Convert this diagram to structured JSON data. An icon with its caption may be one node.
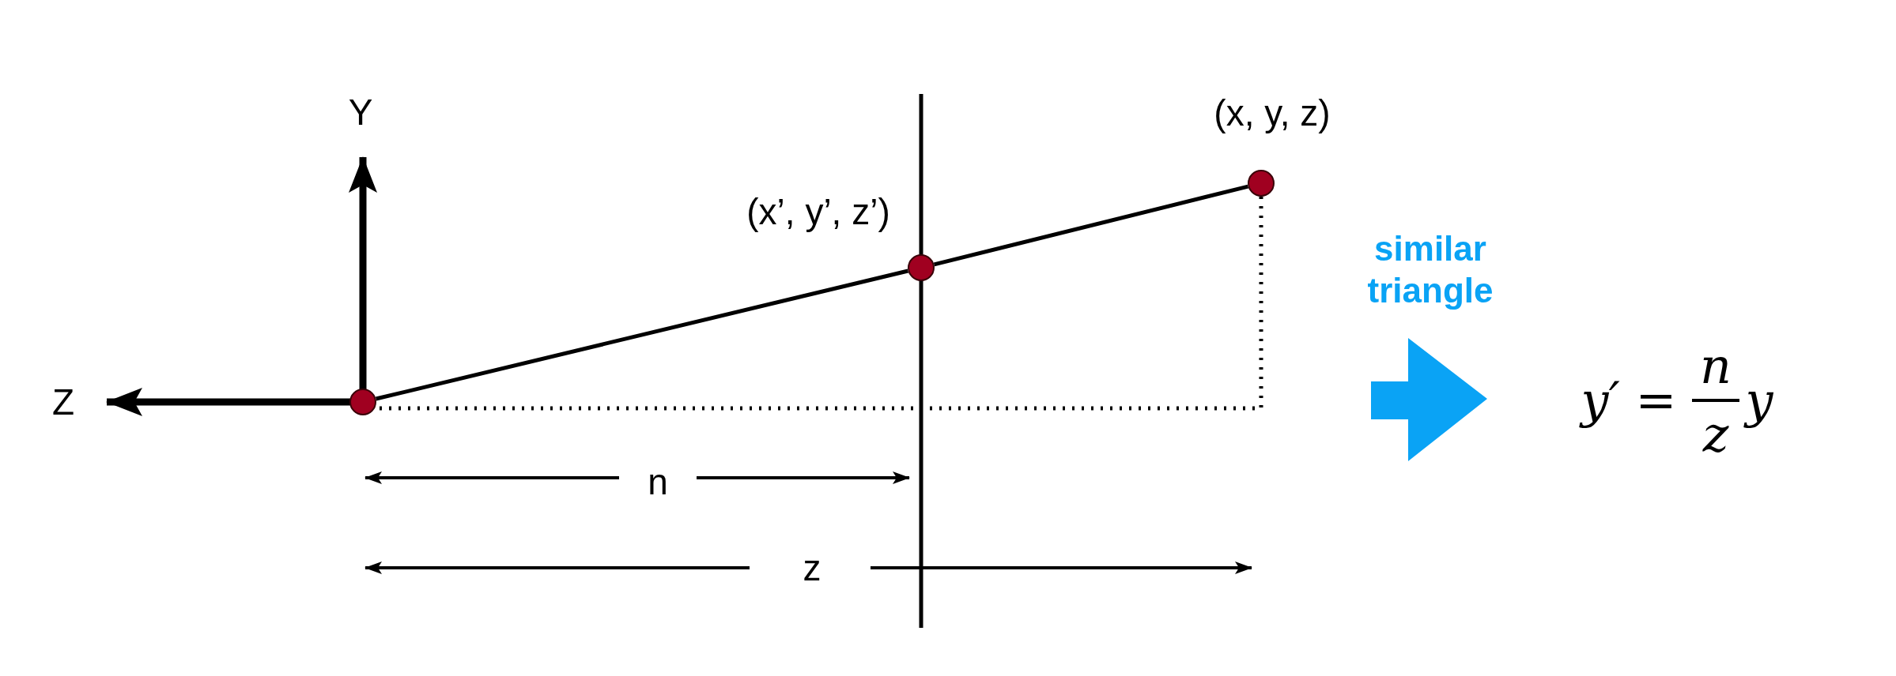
{
  "diagram": {
    "nodes": [
      {
        "text": [],
        "shape": "circle"
      },
      {
        "text": [
          "(x’, y’, z’)"
        ]
      },
      {
        "text": [
          "(x, y, z)"
        ]
      }
    ],
    "edges": [
      {
        "from": 0,
        "to": 1,
        "arrow": "none"
      },
      {
        "from": 1,
        "to": 2,
        "arrow": "none"
      },
      {
        "from": 2,
        "to": 0,
        "arrow": "none",
        "style": "dashed"
      }
    ],
    "labels": [
      "Y",
      "Z",
      "n",
      "z",
      "similar triangle",
      "y′ =",
      "n",
      "z",
      "y"
    ]
  }
}
